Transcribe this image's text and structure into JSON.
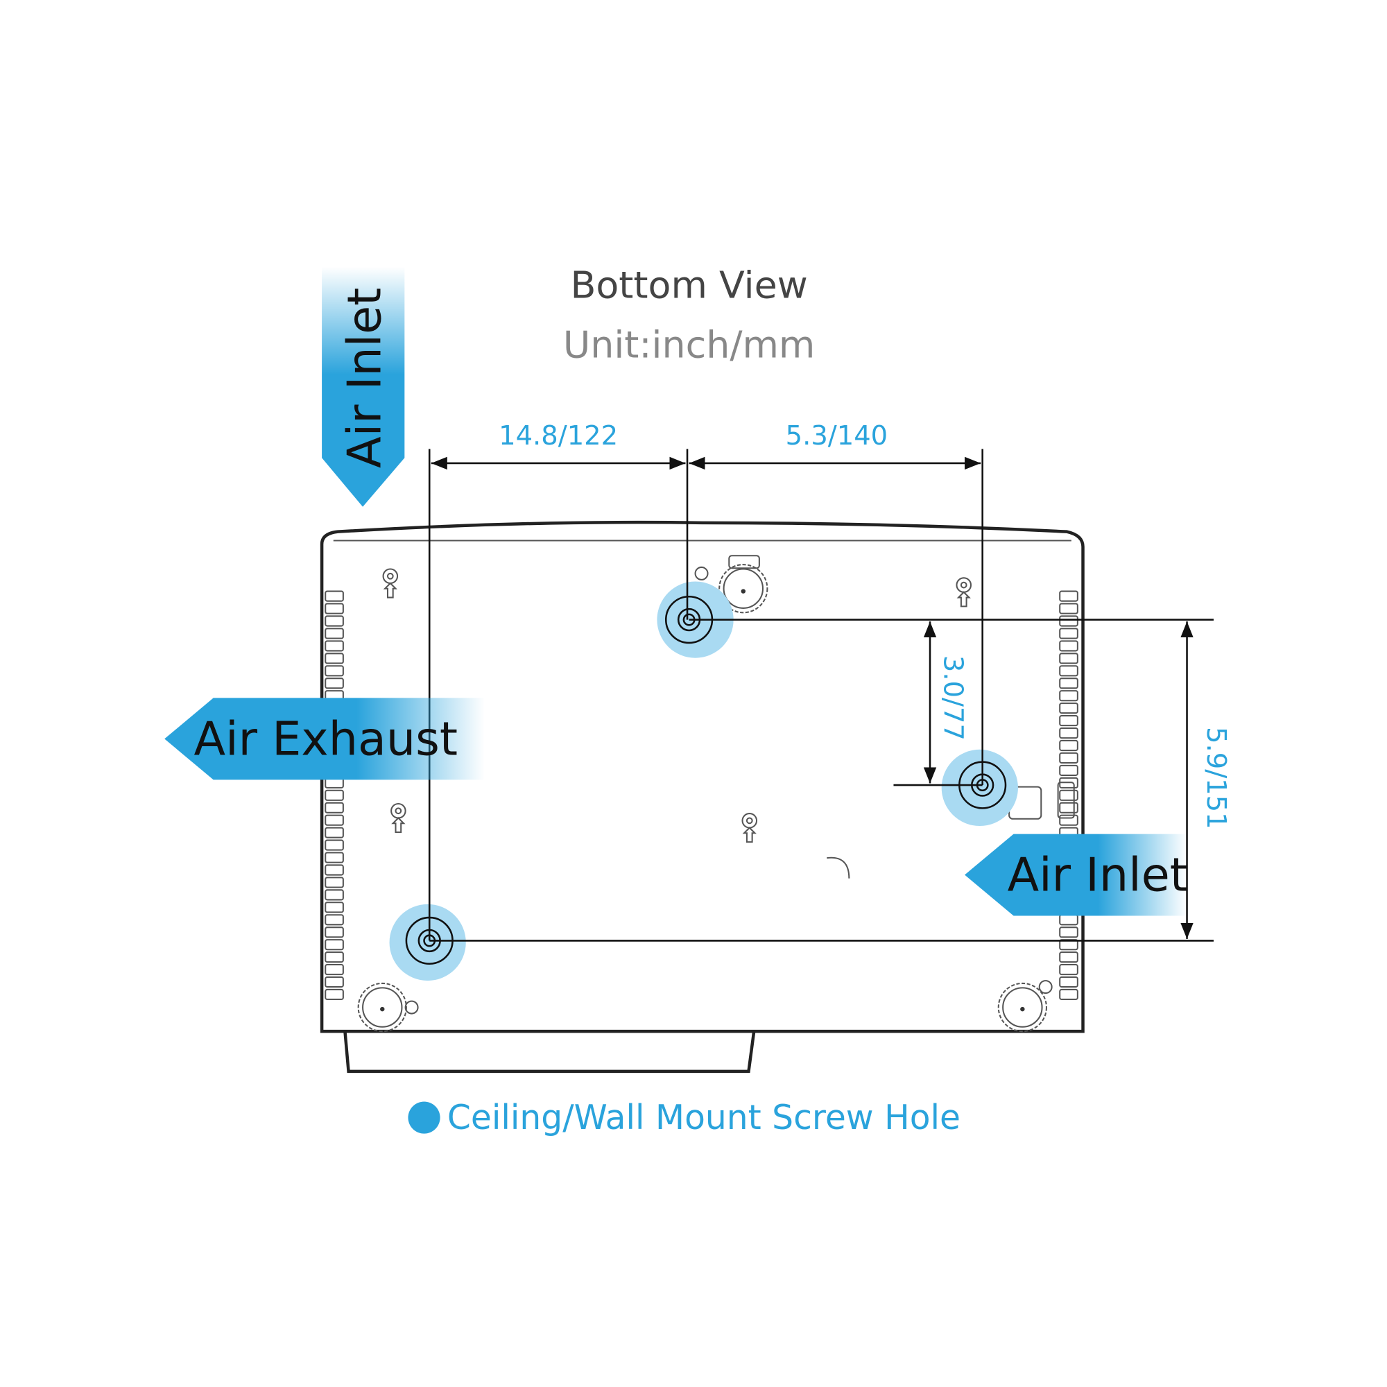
{
  "title": "Bottom View",
  "unit": "Unit:inch/mm",
  "dimensions": {
    "left_horizontal": "14.8/122",
    "right_horizontal": "5.3/140",
    "inner_vertical": "3.0/77",
    "outer_vertical": "5.9/151"
  },
  "airflow": {
    "top_inlet": "Air Inlet",
    "exhaust": "Air Exhaust",
    "right_inlet": "Air Inlet"
  },
  "legend": {
    "label": "Ceiling/Wall Mount Screw Hole"
  },
  "colors": {
    "accent": "#2aa3dc",
    "screw_hole": "#a9daf2"
  }
}
